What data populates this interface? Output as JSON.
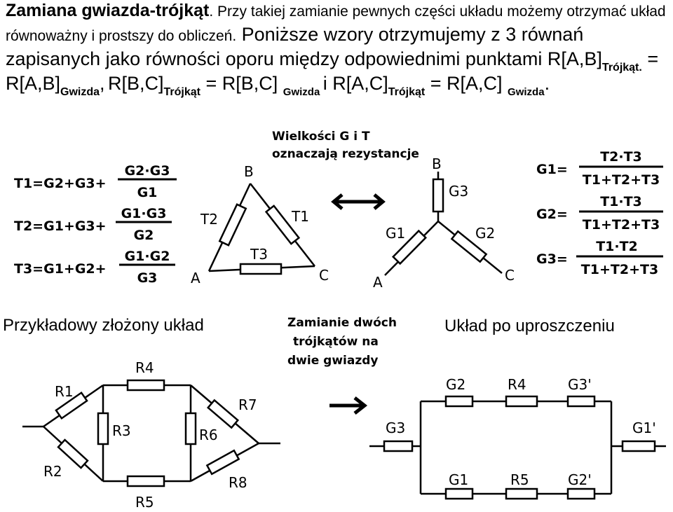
{
  "intro": {
    "title": "Zamiana gwiazda-trójkąt",
    "text_small": ". Przy takiej zamianie pewnych części układu możemy otrzymać układ równoważny i prostszy do obliczeń.",
    "text_big": " Poniższe wzory otrzymujemy z 3 równań zapisanych jako równości oporu między odpowiednimi punktami ",
    "rab": "R[A,B]",
    "sub_trojkat_dot": "Trójkąt.",
    "eq": " = ",
    "sub_gwizda": "Gwizda",
    "comma": ",",
    "rbc": "R[B,C]",
    "sub_trojkat": "Trójkąt",
    "rbc2": "R[B,C] ",
    "conj": "i ",
    "rac": "R[A,C]",
    "rac2": "R[A,C] ",
    "period": "."
  },
  "note_gt": [
    "Wielkości G i T",
    "oznaczają rezystancje"
  ],
  "formulas_left": [
    {
      "lhs": "T1=G2+G3+",
      "num": "G2·G3",
      "den": "G1"
    },
    {
      "lhs": "T2=G1+G3+",
      "num": "G1·G3",
      "den": "G2"
    },
    {
      "lhs": "T3=G1+G2+",
      "num": "G1·G2",
      "den": "G3"
    }
  ],
  "formulas_right": [
    {
      "lhs": "G1=",
      "num": "T2·T3",
      "den": "T1+T2+T3"
    },
    {
      "lhs": "G2=",
      "num": "T1·T3",
      "den": "T1+T2+T3"
    },
    {
      "lhs": "G3=",
      "num": "T1·T2",
      "den": "T1+T2+T3"
    }
  ],
  "triangle": {
    "node_a": "A",
    "node_b": "B",
    "node_c": "C",
    "t1": "T1",
    "t2": "T2",
    "t3": "T3"
  },
  "star": {
    "node_a": "A",
    "node_b": "B",
    "node_c": "C",
    "g1": "G1",
    "g2": "G2",
    "g3": "G3"
  },
  "example": {
    "caption": "Przykładowy złożony układ",
    "r1": "R1",
    "r2": "R2",
    "r3": "R3",
    "r4": "R4",
    "r5": "R5",
    "r6": "R6",
    "r7": "R7",
    "r8": "R8"
  },
  "transform_note": [
    "Zamianie dwóch",
    "trójkątów na",
    "dwie gwiazdy"
  ],
  "simplified": {
    "caption": "Układ po uproszczeniu",
    "g3": "G3",
    "g2": "G2",
    "r4": "R4",
    "g3p": "G3'",
    "g1": "G1",
    "r5": "R5",
    "g2p": "G2'",
    "g1p": "G1'"
  }
}
